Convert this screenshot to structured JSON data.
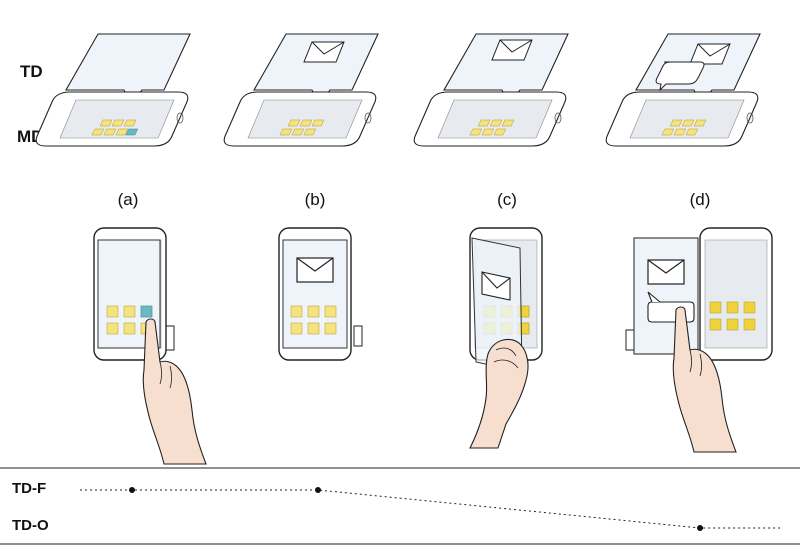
{
  "rows": {
    "td": "TD",
    "md": "MD"
  },
  "panels": [
    "(a)",
    "(b)",
    "(c)",
    "(d)"
  ],
  "timeline": {
    "td_f": "TD-F",
    "td_o": "TD-O"
  },
  "colors": {
    "overlay_fill": "#eef4f9",
    "phone_screen": "#e7ebef",
    "app_tile": "#f4e37e",
    "app_tile_hand": "#f3d97a",
    "app_tile_dark": "#f0d23a",
    "app_tile_selected": "#6bb8c5",
    "skin": "#f7dfcf",
    "line": "#222222"
  },
  "icons": [
    "envelope-icon",
    "speech-bubble-icon",
    "hand-icon"
  ]
}
